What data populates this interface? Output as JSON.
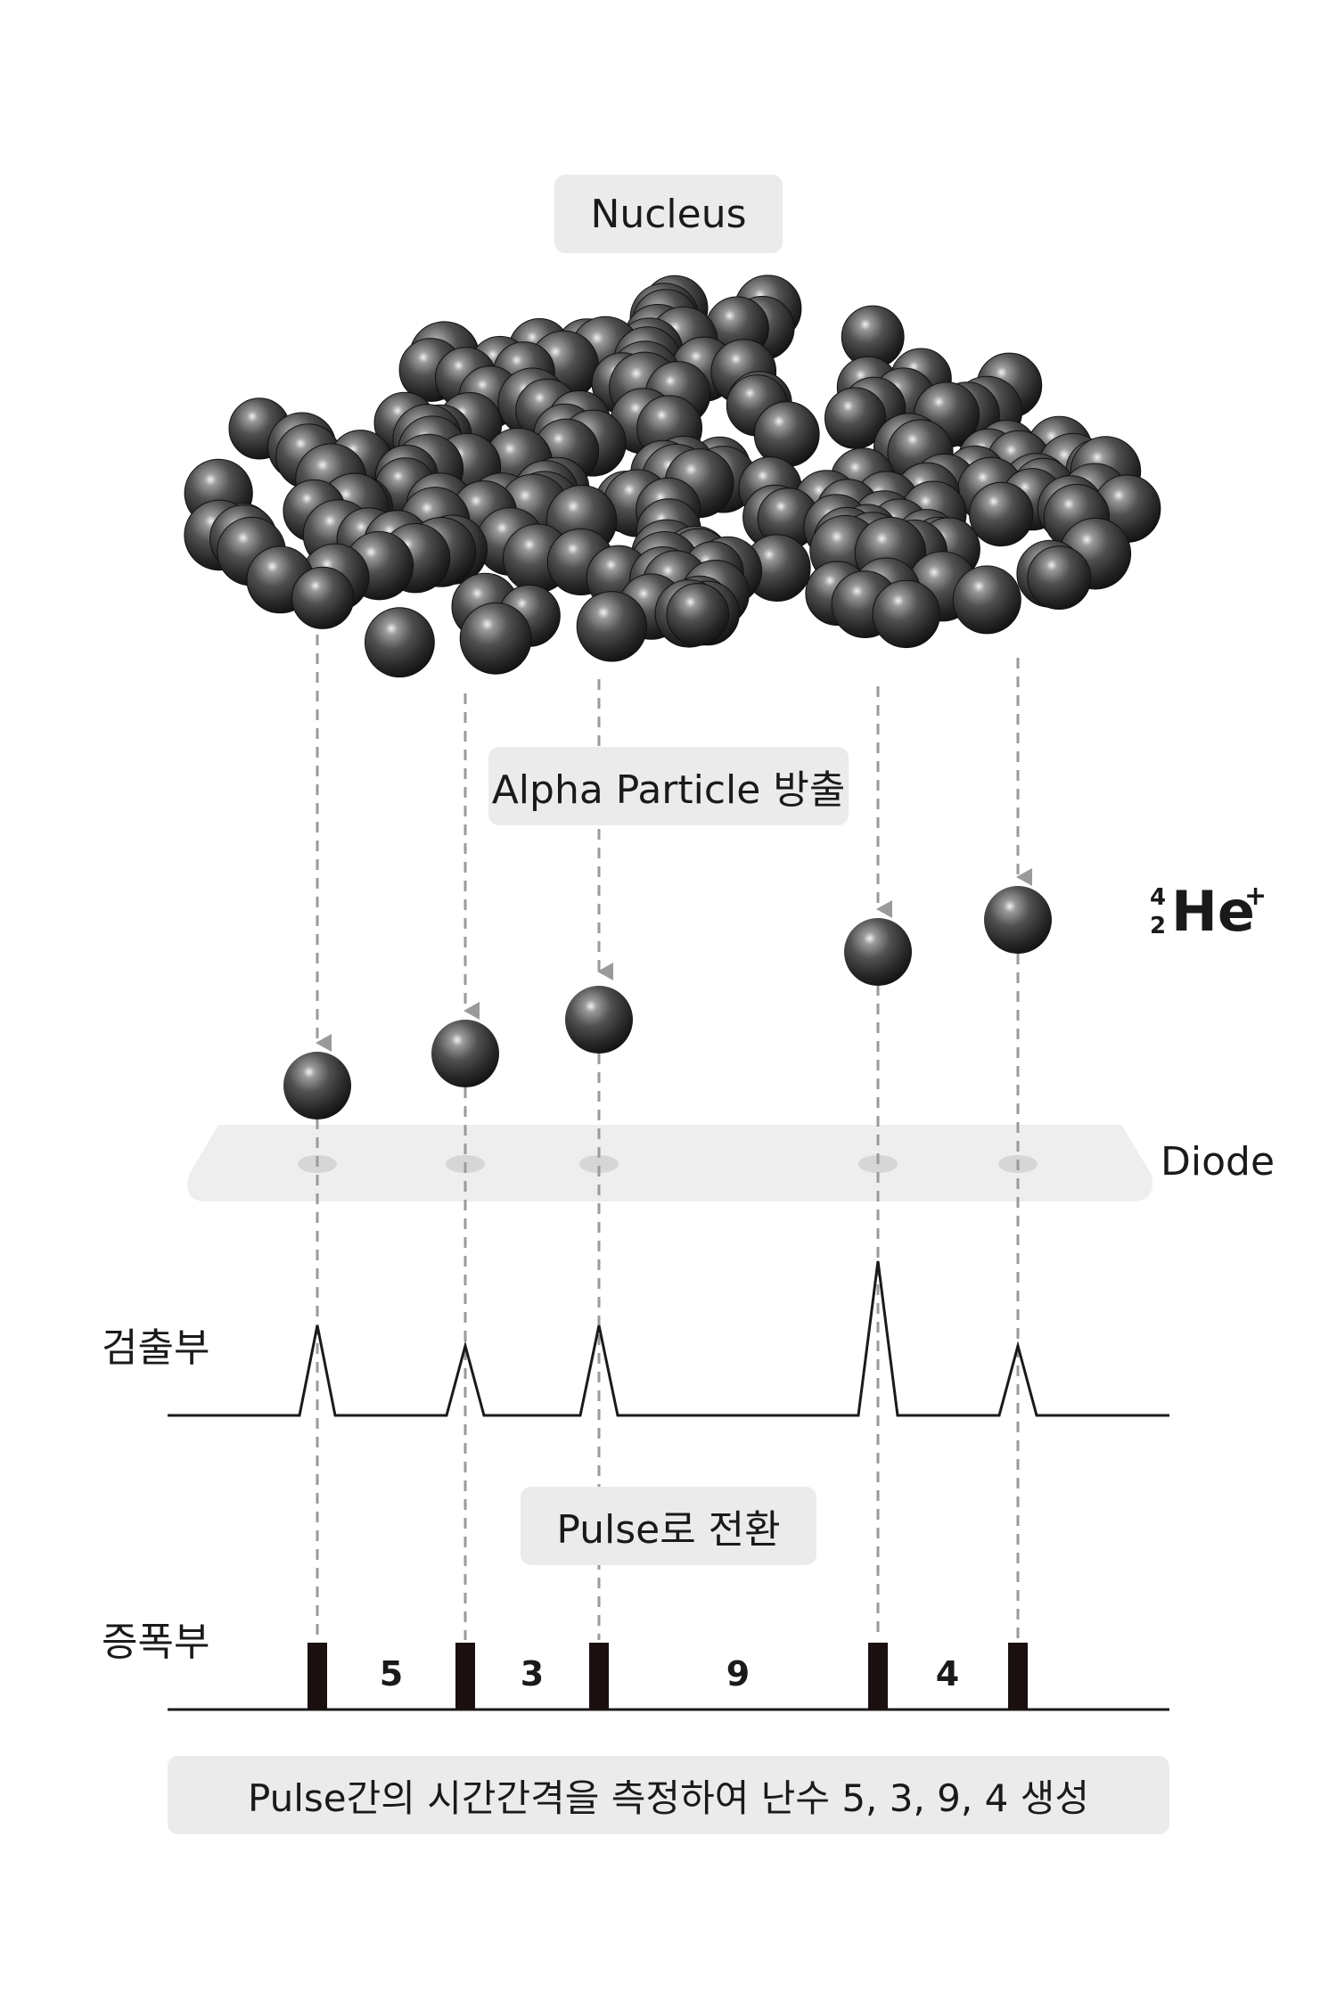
{
  "title": "Nucleus",
  "emission_label": "Alpha Particle 방출",
  "particle_notation": {
    "mass_number": "4",
    "atomic_number": "2",
    "symbol": "He",
    "charge": "+"
  },
  "diode_label": "Diode",
  "detector_label": "검출부",
  "convert_label": "Pulse로 전환",
  "amplifier_label": "증폭부",
  "intervals": [
    "5",
    "3",
    "9",
    "4"
  ],
  "summary": "Pulse간의 시간간격을 측정하여 난수 5, 3, 9, 4 생성",
  "colors": {
    "sphere_dark": "#1f1f1f",
    "sphere_mid": "#555555",
    "pill_bg": "#ebebeb",
    "diode_bg": "#eeeeee",
    "dashed_line": "#9a9a9a",
    "pulse_bar": "#1a1010"
  }
}
